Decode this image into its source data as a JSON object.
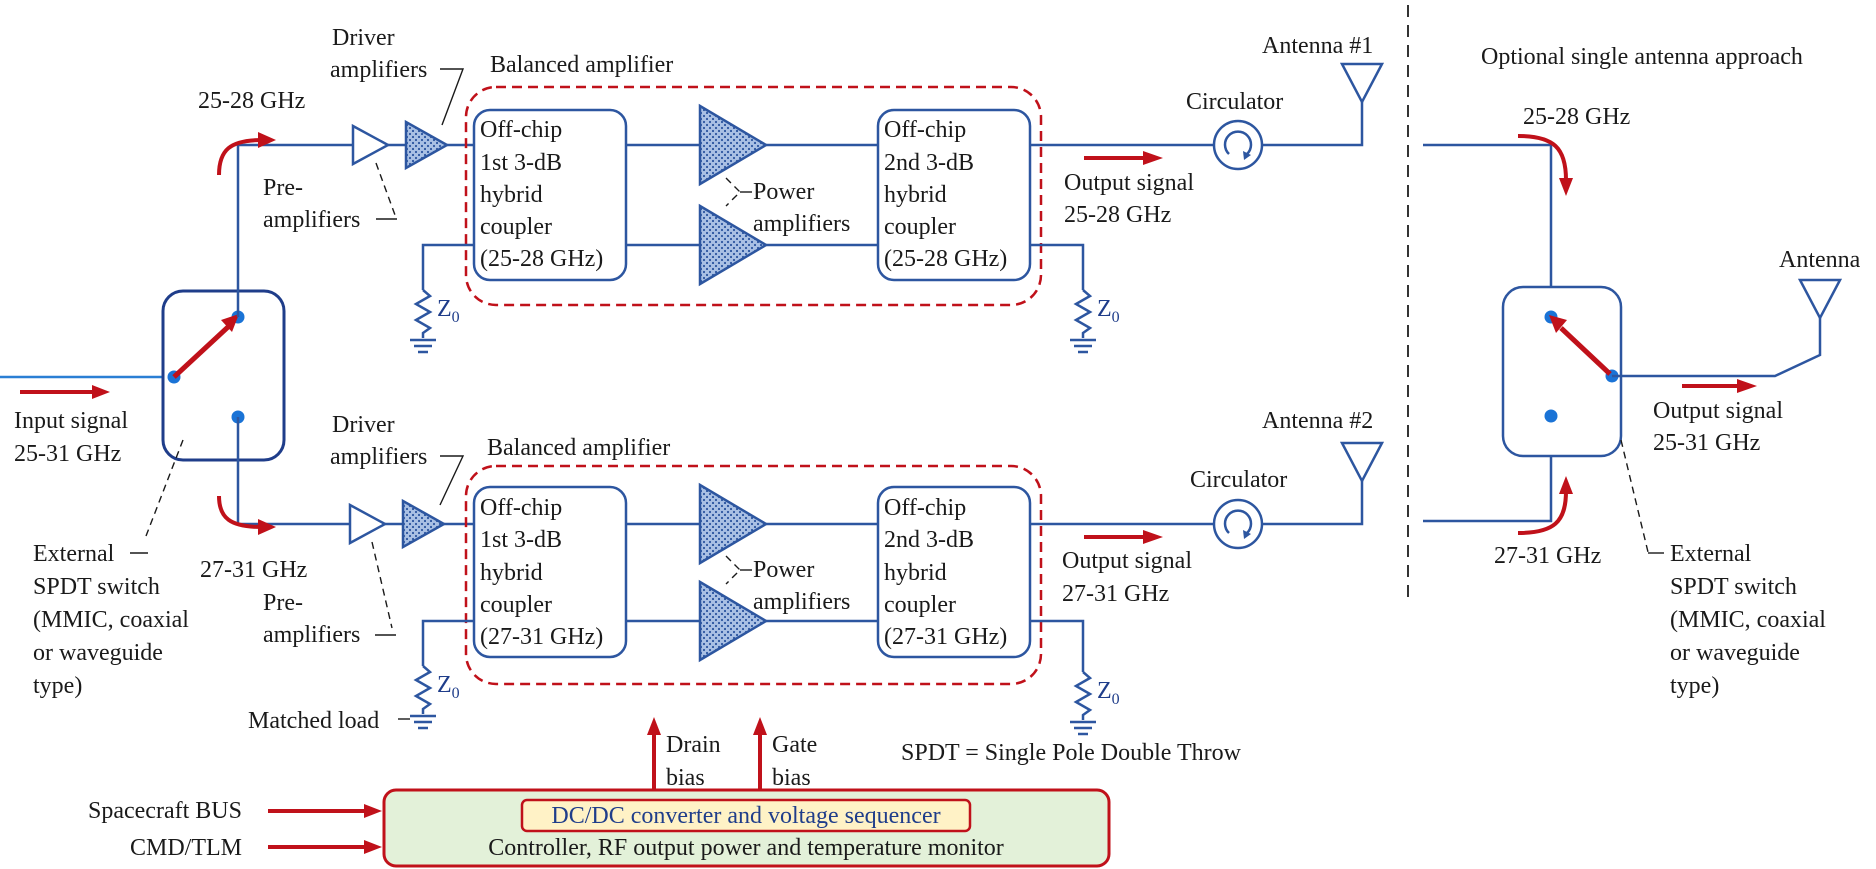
{
  "chains": [
    {
      "band_label": "25-28 GHz",
      "driver_label": [
        "Driver",
        "amplifiers"
      ],
      "pre_label": [
        "Pre-",
        "amplifiers"
      ],
      "balanced_label": "Balanced amplifier",
      "coupler1": [
        "Off-chip",
        "1st 3-dB",
        "hybrid",
        "coupler",
        "(25-28 GHz)"
      ],
      "coupler2": [
        "Off-chip",
        "2nd 3-dB",
        "hybrid",
        "coupler",
        "(25-28 GHz)"
      ],
      "power_amp_label": [
        "Power",
        "amplifiers"
      ],
      "circulator_label": "Circulator",
      "antenna_label": "Antenna #1",
      "output_label": [
        "Output signal",
        "25-28 GHz"
      ],
      "load_label": "Z",
      "load_sub": "0"
    },
    {
      "band_label": "27-31 GHz",
      "driver_label": [
        "Driver",
        "amplifiers"
      ],
      "pre_label": [
        "Pre-",
        "amplifiers"
      ],
      "balanced_label": "Balanced amplifier",
      "coupler1": [
        "Off-chip",
        "1st 3-dB",
        "hybrid",
        "coupler",
        "(27-31 GHz)"
      ],
      "coupler2": [
        "Off-chip",
        "2nd 3-dB",
        "hybrid",
        "coupler",
        "(27-31 GHz)"
      ],
      "power_amp_label": [
        "Power",
        "amplifiers"
      ],
      "circulator_label": "Circulator",
      "antenna_label": "Antenna #2",
      "output_label": [
        "Output signal",
        "27-31 GHz"
      ],
      "load_label": "Z",
      "load_sub": "0"
    }
  ],
  "input_label": [
    "Input signal",
    "25-31 GHz"
  ],
  "switch_label": [
    "External",
    "SPDT switch",
    "(MMIC, coaxial",
    "or waveguide",
    "type)"
  ],
  "matched_load_label": "Matched load",
  "bias": {
    "drain": [
      "Drain",
      "bias"
    ],
    "gate": [
      "Gate",
      "bias"
    ]
  },
  "spdt_note": "SPDT = Single Pole Double Throw",
  "controller": {
    "inputs": [
      "Spacecraft BUS",
      "CMD/TLM"
    ],
    "dcdc_label": "DC/DC converter and voltage sequencer",
    "monitor_label": "Controller, RF output power and temperature monitor"
  },
  "optional": {
    "title": "Optional single antenna approach",
    "band_top": "25-28 GHz",
    "band_bottom": "27-31 GHz",
    "antenna_label": "Antenna",
    "output_label": [
      "Output signal",
      "25-31 GHz"
    ],
    "switch_label": [
      "External",
      "SPDT switch",
      "(MMIC, coaxial",
      "or waveguide",
      "type)"
    ]
  }
}
